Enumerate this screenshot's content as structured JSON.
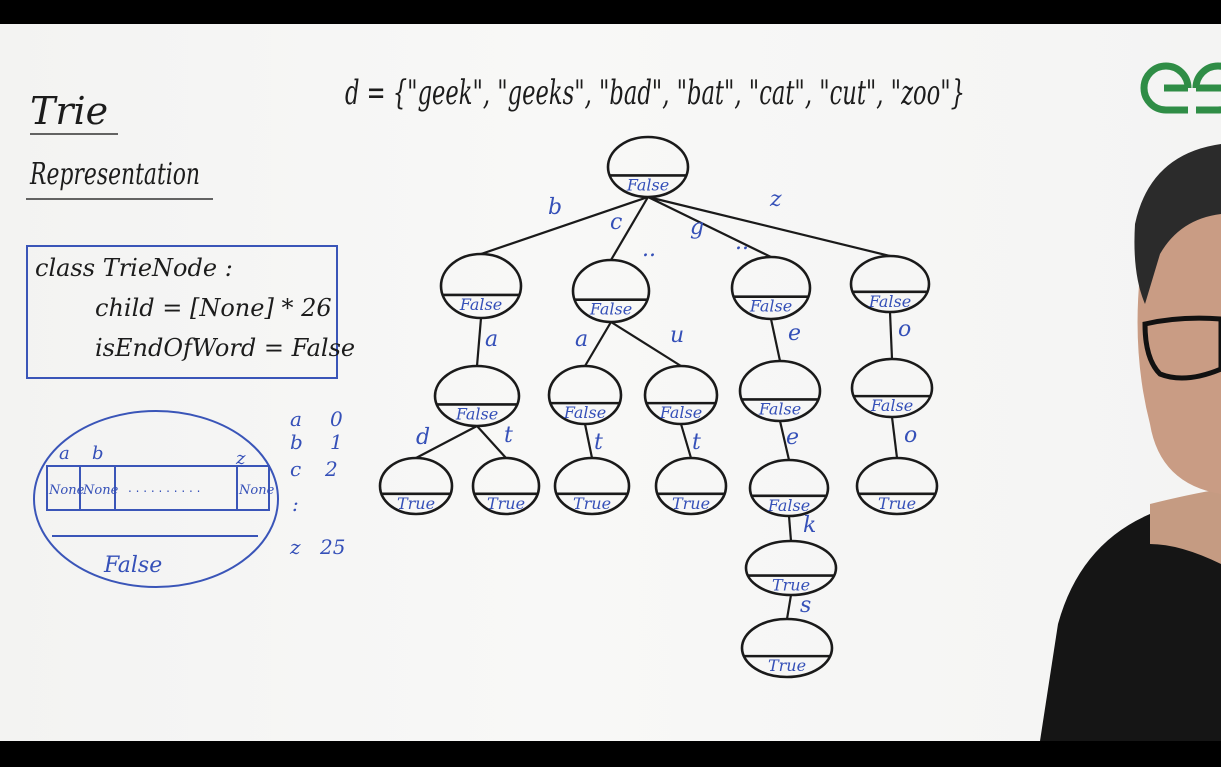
{
  "title": {
    "line1": "Trie",
    "line2": "Representation"
  },
  "dictionary": "d = {\"geek\", \"geeks\", \"bad\", \"bat\", \"cat\", \"cut\", \"zoo\"}",
  "logo": {
    "name": "geeksforgeeks-logo",
    "color": "#2f8d46"
  },
  "code": {
    "line1": "class TrieNode :",
    "line2": "child = [None] * 26",
    "line3": "isEndOfWord = False"
  },
  "node_diagram": {
    "top_labels": [
      "a",
      "b",
      "z"
    ],
    "cells": [
      "None",
      "None",
      "None"
    ],
    "dots": ". . . . . . . . . .",
    "flag": "False"
  },
  "index_map": {
    "letters": [
      "a",
      "b",
      "c",
      ":",
      "z"
    ],
    "numbers": [
      "0",
      "1",
      "2",
      "",
      "25"
    ]
  },
  "trie": {
    "nodes": [
      {
        "id": "root",
        "label": "False"
      },
      {
        "id": "b",
        "label": "False"
      },
      {
        "id": "c",
        "label": "False"
      },
      {
        "id": "g",
        "label": "False"
      },
      {
        "id": "z",
        "label": "False"
      },
      {
        "id": "ba",
        "label": "False"
      },
      {
        "id": "ca",
        "label": "False"
      },
      {
        "id": "cu",
        "label": "False"
      },
      {
        "id": "ge",
        "label": "False"
      },
      {
        "id": "zo",
        "label": "False"
      },
      {
        "id": "bad",
        "label": "True"
      },
      {
        "id": "bat",
        "label": "True"
      },
      {
        "id": "cat",
        "label": "True"
      },
      {
        "id": "cut",
        "label": "True"
      },
      {
        "id": "gee",
        "label": "False"
      },
      {
        "id": "zoo",
        "label": "True"
      },
      {
        "id": "geek",
        "label": "True"
      },
      {
        "id": "geeks",
        "label": "True"
      }
    ],
    "edge_labels": {
      "root_b": "b",
      "root_c": "c",
      "root_dots1": "..",
      "root_g": "g",
      "root_dots2": "..",
      "root_z": "z",
      "b_ba": "a",
      "c_ca": "a",
      "c_cu": "u",
      "g_ge": "e",
      "z_zo": "o",
      "ba_bad": "d",
      "ba_bat": "t",
      "ca_cat": "t",
      "cu_cut": "t",
      "ge_gee": "e",
      "zo_zoo": "o",
      "gee_geek": "k",
      "geek_geeks": "s"
    }
  }
}
